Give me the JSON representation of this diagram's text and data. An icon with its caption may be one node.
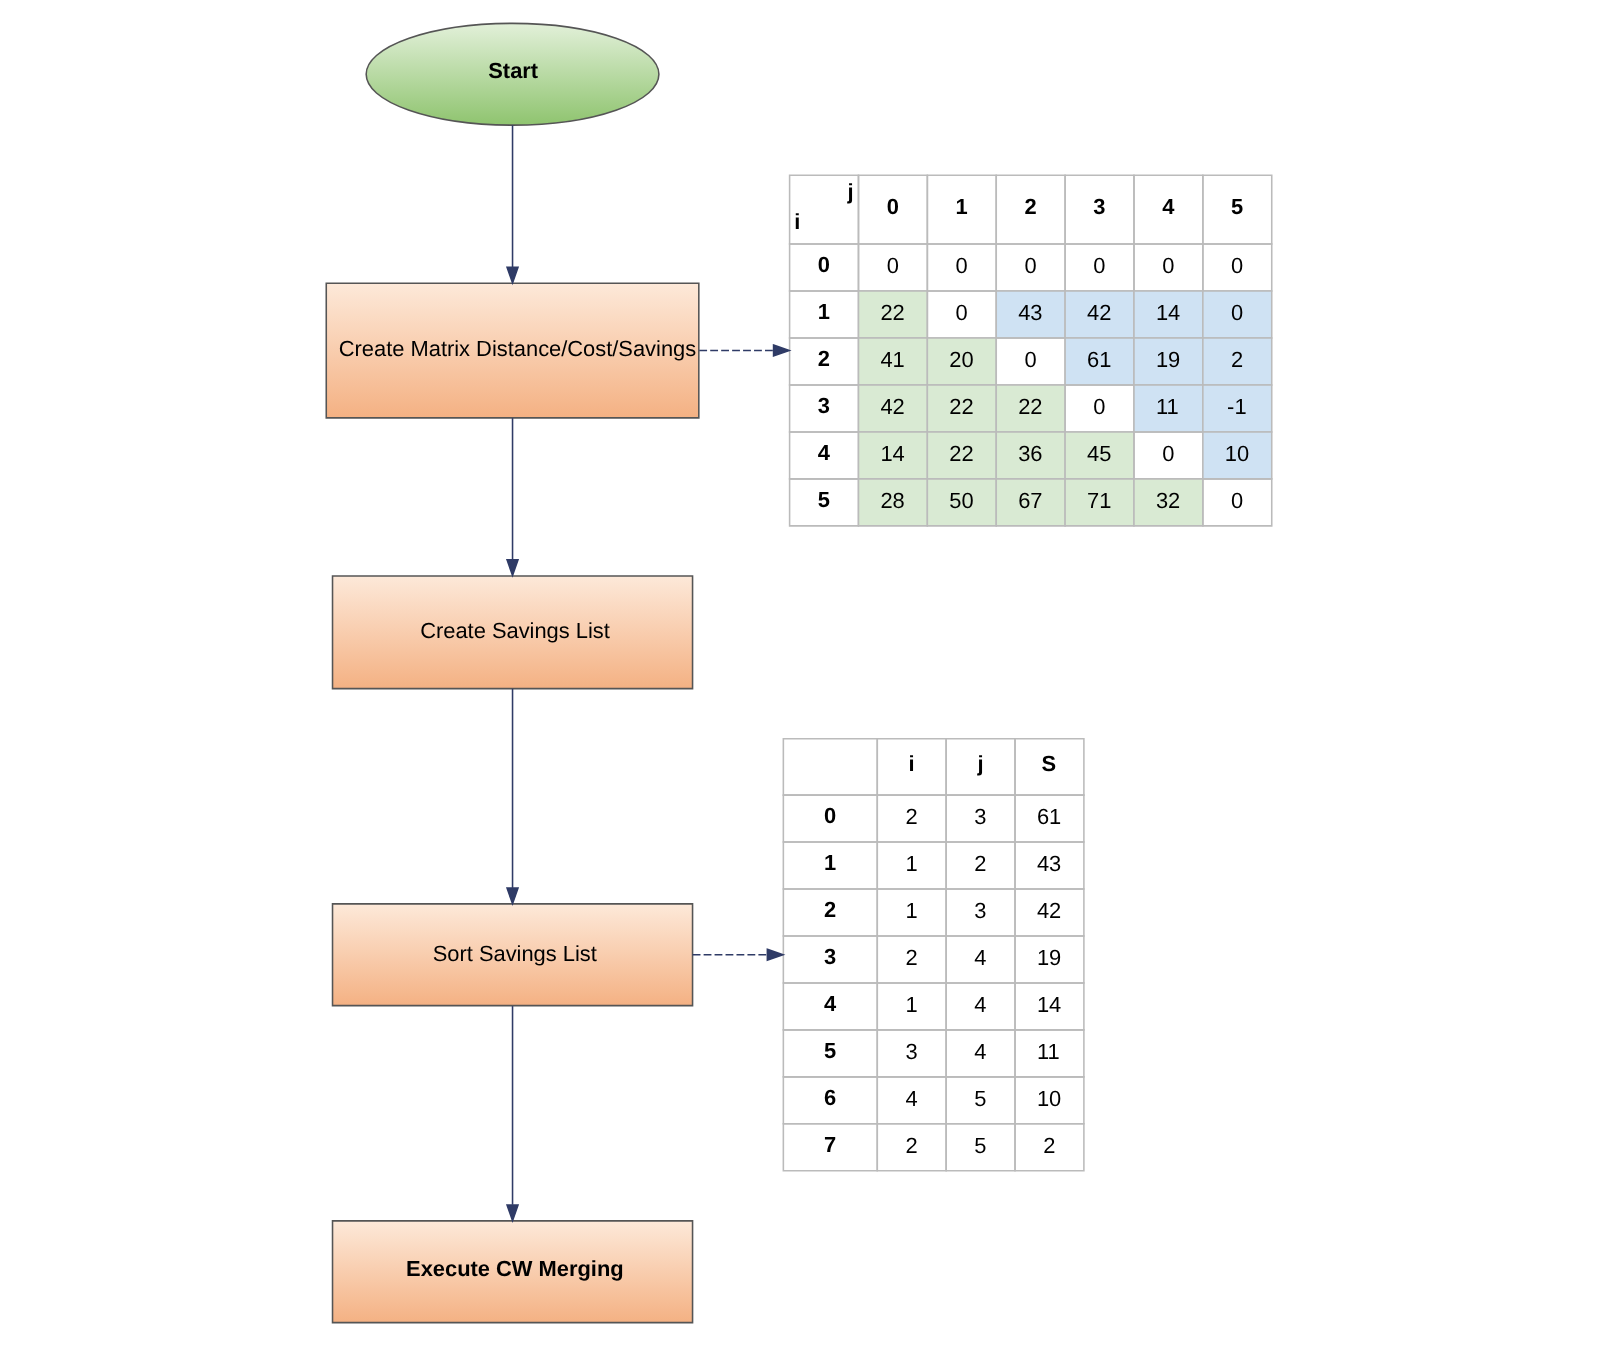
{
  "diagram": {
    "nodes": [
      {
        "text": [
          "Start"
        ]
      },
      {
        "text": [
          "Create Matrix Distance/Cost/Savings"
        ]
      },
      {
        "text": [
          "Create Savings List"
        ]
      },
      {
        "text": [
          "Sort Savings List"
        ]
      },
      {
        "text": [
          "Execute CW Merging"
        ]
      },
      {
        "text": [
          "j",
          "i",
          "0",
          "1",
          "2",
          "3",
          "4",
          "5",
          "0",
          "0",
          "0",
          "0",
          "0",
          "0",
          "0",
          "1",
          "22",
          "0",
          "43",
          "42",
          "14",
          "0",
          "2",
          "41",
          "20",
          "0",
          "61",
          "19",
          "2",
          "3",
          "42",
          "22",
          "22",
          "0",
          "11",
          "-1",
          "4",
          "14",
          "22",
          "36",
          "45",
          "0",
          "10",
          "5",
          "28",
          "50",
          "67",
          "71",
          "32",
          "0"
        ]
      },
      {
        "text": [
          "i",
          "j",
          "S",
          "0",
          "2",
          "3",
          "61",
          "1",
          "1",
          "2",
          "43",
          "2",
          "1",
          "3",
          "42",
          "3",
          "2",
          "4",
          "19",
          "4",
          "1",
          "4",
          "14",
          "5",
          "3",
          "4",
          "11",
          "6",
          "4",
          "5",
          "10",
          "7",
          "2",
          "5",
          "2"
        ]
      }
    ],
    "edges": [
      {
        "from": 0,
        "to": 1,
        "arrow": "to"
      },
      {
        "from": 1,
        "to": 2,
        "arrow": "to"
      },
      {
        "from": 2,
        "to": 3,
        "arrow": "to"
      },
      {
        "from": 3,
        "to": 4,
        "arrow": "to"
      },
      {
        "from": 1,
        "to": 5,
        "arrow": "to",
        "style": "dashed"
      },
      {
        "from": 3,
        "to": 6,
        "arrow": "to",
        "style": "dashed"
      }
    ]
  }
}
